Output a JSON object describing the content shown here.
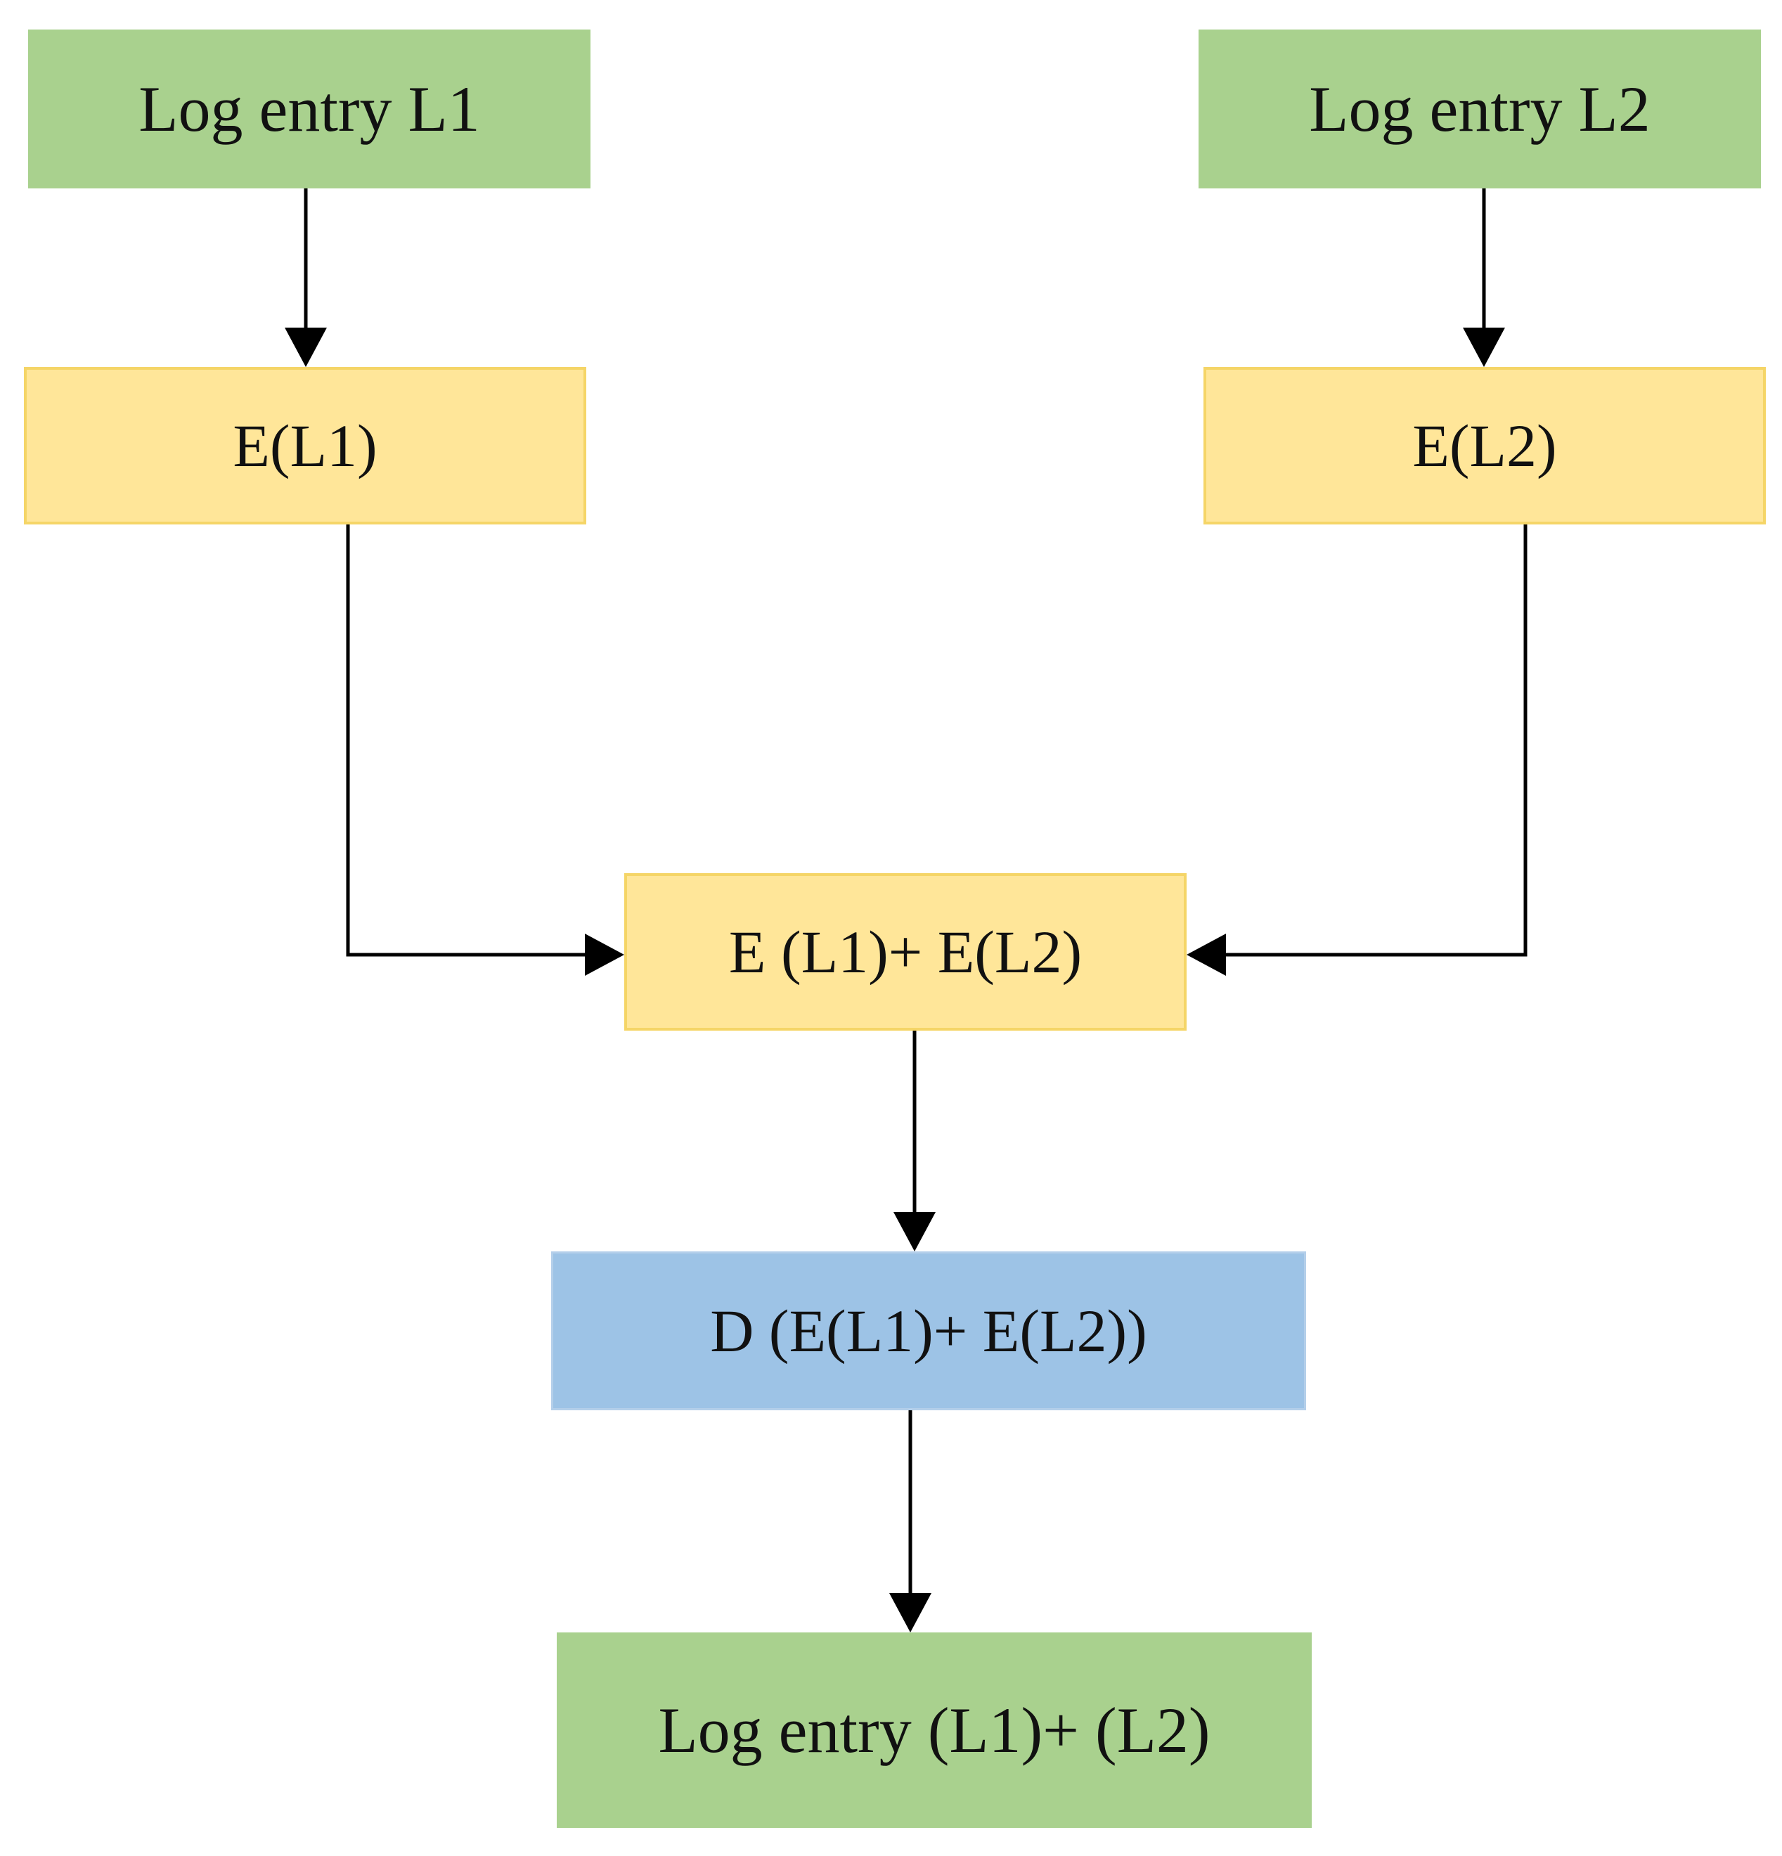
{
  "diagram": {
    "nodes": {
      "log_entry_l1": "Log entry L1",
      "log_entry_l2": "Log entry L2",
      "encrypt_l1": "E(L1)",
      "encrypt_l2": "E(L2)",
      "encrypted_sum": "E (L1)+ E(L2)",
      "decrypt_sum": "D (E(L1)+ E(L2))",
      "result": "Log entry (L1)+ (L2)"
    },
    "edges": [
      {
        "from": "log_entry_l1",
        "to": "encrypt_l1"
      },
      {
        "from": "log_entry_l2",
        "to": "encrypt_l2"
      },
      {
        "from": "encrypt_l1",
        "to": "encrypted_sum"
      },
      {
        "from": "encrypt_l2",
        "to": "encrypted_sum"
      },
      {
        "from": "encrypted_sum",
        "to": "decrypt_sum"
      },
      {
        "from": "decrypt_sum",
        "to": "result"
      }
    ],
    "colors": {
      "plain_node": "#a9d18e",
      "encrypted_node": "#ffe699",
      "decrypted_node": "#9dc3e6",
      "arrow": "#000000"
    }
  }
}
